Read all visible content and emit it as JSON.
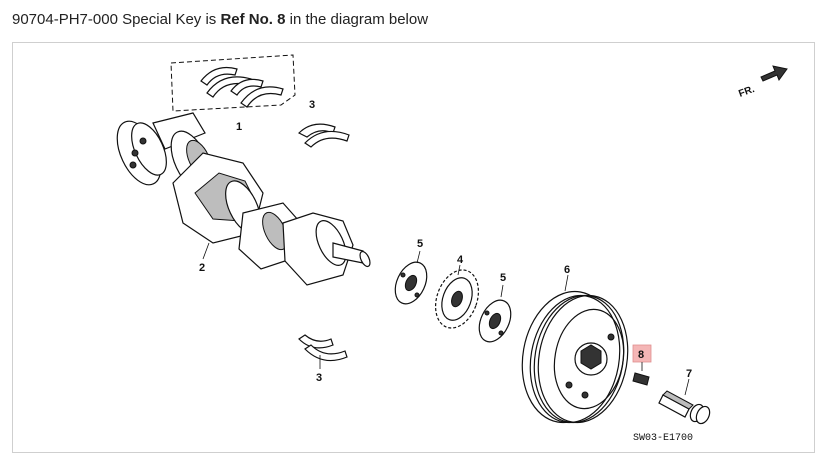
{
  "caption": {
    "part_number": "90704-PH7-000 Special Key is ",
    "ref_text": "Ref No. 8",
    "suffix": " in the diagram below"
  },
  "diagram": {
    "callouts": [
      "1",
      "2",
      "3",
      "3",
      "4",
      "5",
      "5",
      "6",
      "7",
      "8"
    ],
    "highlighted_ref": "8",
    "highlight_color": "#f4b6b6",
    "direction_label": "FR.",
    "code": "SW03-E1700"
  }
}
